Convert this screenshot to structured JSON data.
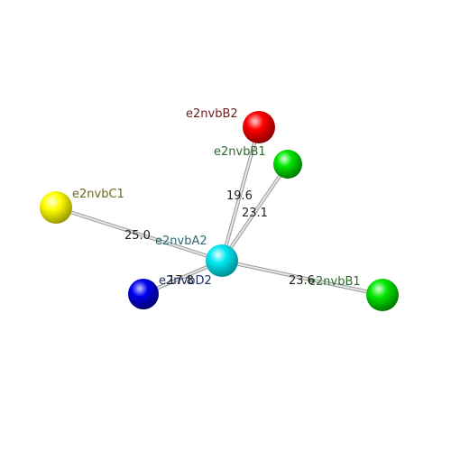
{
  "diagram": {
    "nodes": [
      {
        "id": "A2",
        "label": "e2nvbA2",
        "color": "#00e5ee",
        "label_color": "#2e6b73"
      },
      {
        "id": "B2",
        "label": "e2nvbB2",
        "color": "#ff0000",
        "label_color": "#6b1f1f"
      },
      {
        "id": "B1a",
        "label": "e2nvbB1",
        "color": "#00ee00",
        "label_color": "#2f6b2f"
      },
      {
        "id": "C1",
        "label": "e2nvbC1",
        "color": "#ffff00",
        "label_color": "#6b6b1f"
      },
      {
        "id": "D2",
        "label": "e2nvbD2",
        "color": "#0000ee",
        "label_color": "#1f2f6b"
      },
      {
        "id": "B1b",
        "label": "e2nvbB1",
        "color": "#00ee00",
        "label_color": "#2f6b2f"
      }
    ],
    "edges": [
      {
        "from": "A2",
        "to": "B2",
        "distance": "19.6"
      },
      {
        "from": "A2",
        "to": "B1a",
        "distance": "23.1"
      },
      {
        "from": "A2",
        "to": "C1",
        "distance": "25.0"
      },
      {
        "from": "A2",
        "to": "D2",
        "distance": "17.8"
      },
      {
        "from": "A2",
        "to": "B1b",
        "distance": "23.6"
      }
    ]
  }
}
